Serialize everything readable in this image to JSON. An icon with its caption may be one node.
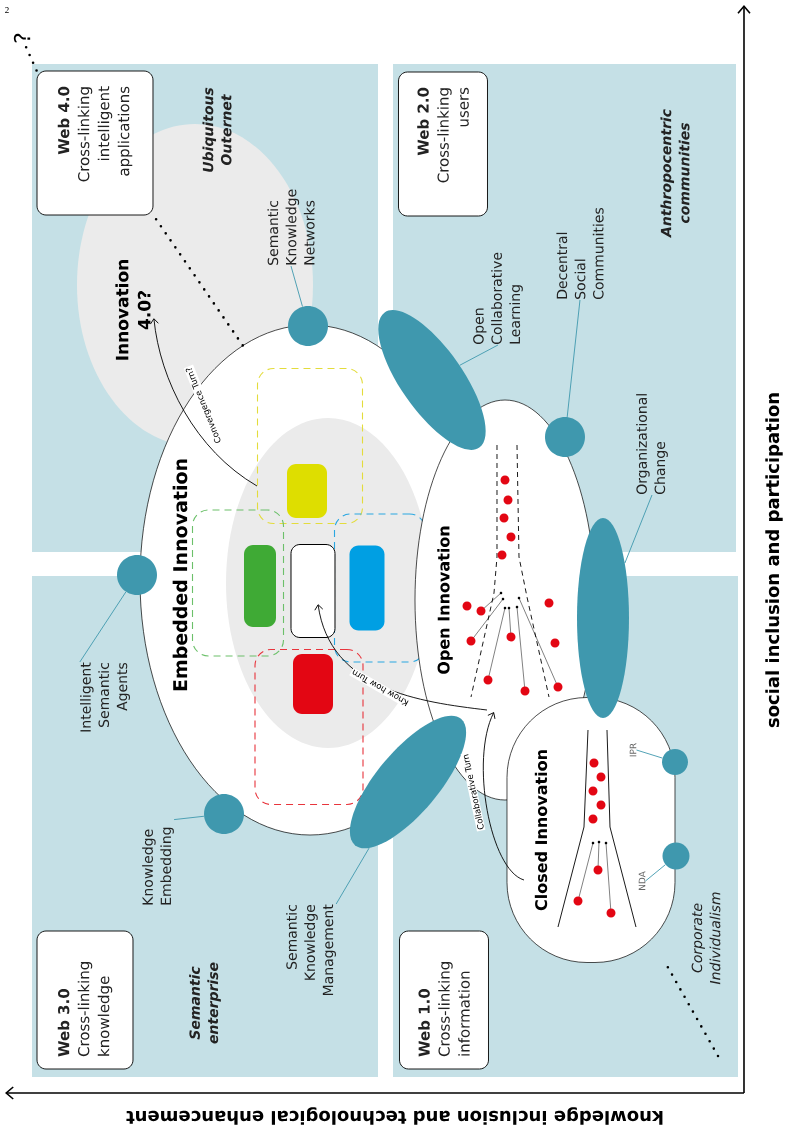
{
  "diagram": {
    "nodes": [
      {
        "text": [
          "Web 4.0",
          "Cross-linking intelligent applications"
        ]
      },
      {
        "text": [
          "Web 2.0",
          "Cross-linking users"
        ]
      },
      {
        "text": [
          "Web 3.0",
          "Cross-linking knowledge"
        ]
      },
      {
        "text": [
          "Web 1.0",
          "Cross-linking information"
        ]
      },
      {
        "text": [
          "Innovation 4.0?"
        ]
      },
      {
        "text": [
          "Embedded Innovation"
        ]
      },
      {
        "text": [],
        "shape": "box",
        "in": 5
      },
      {
        "text": [],
        "shape": "box",
        "in": 5
      },
      {
        "text": [],
        "shape": "box",
        "in": 5
      },
      {
        "text": [],
        "shape": "box",
        "in": 5
      },
      {
        "text": [],
        "shape": "box",
        "in": 6
      },
      {
        "text": [],
        "shape": "box",
        "in": 7
      },
      {
        "text": [],
        "shape": "box",
        "in": 5
      },
      {
        "text": [],
        "shape": "box",
        "in": 8
      },
      {
        "text": [],
        "shape": "box",
        "in": 9
      },
      {
        "text": [
          "Open Innovation"
        ]
      },
      {
        "text": [
          "Closed Innovation"
        ]
      },
      {
        "text": [],
        "shape": "circle"
      },
      {
        "text": [
          "Semantic Knowledge Networks"
        ],
        "in": 4
      },
      {
        "text": [],
        "shape": "ellipse"
      },
      {
        "text": [
          "Open Collaborative Learning"
        ]
      },
      {
        "text": [],
        "shape": "circle"
      },
      {
        "text": [
          "Decentral Social Communities"
        ]
      },
      {
        "text": [],
        "shape": "ellipse"
      },
      {
        "text": [
          "Organizational Change"
        ]
      },
      {
        "text": [],
        "shape": "circle"
      },
      {
        "text": [
          "Intelligent Semantic Agents"
        ]
      },
      {
        "text": [],
        "shape": "circle"
      },
      {
        "text": [
          "Knowledge Embedding"
        ]
      },
      {
        "text": [],
        "shape": "ellipse"
      },
      {
        "text": [
          "Semantic Knowledge Management"
        ]
      },
      {
        "text": [],
        "shape": "circle"
      },
      {
        "text": [
          "IPR"
        ],
        "in": 16
      },
      {
        "text": [],
        "shape": "circle"
      },
      {
        "text": [
          "NDA"
        ],
        "in": 16
      },
      {
        "text": [
          "?"
        ]
      }
    ],
    "edges": [
      {
        "from": 6,
        "to": 4,
        "arrow": "to",
        "label": "Convergence Turn?",
        "color": "#000000"
      },
      {
        "from": 15,
        "to": 12,
        "arrow": "to",
        "label": "Know how Turn",
        "color": "#000000"
      },
      {
        "from": 16,
        "to": 15,
        "arrow": "to",
        "label": "Collaborative Turn",
        "color": "#000000"
      },
      {
        "from": 18,
        "to": 17,
        "arrow": "none",
        "color": "#3f98ae"
      },
      {
        "from": 20,
        "to": 19,
        "arrow": "none",
        "color": "#3f98ae"
      },
      {
        "from": 22,
        "to": 21,
        "arrow": "none",
        "color": "#3f98ae"
      },
      {
        "from": 24,
        "to": 23,
        "arrow": "none",
        "color": "#3f98ae"
      },
      {
        "from": 26,
        "to": 25,
        "arrow": "none",
        "color": "#3f98ae"
      },
      {
        "from": 28,
        "to": 27,
        "arrow": "none",
        "color": "#3f98ae"
      },
      {
        "from": 30,
        "to": 29,
        "arrow": "none",
        "color": "#3f98ae"
      },
      {
        "from": 32,
        "to": 31,
        "arrow": "none",
        "color": "#3f98ae"
      },
      {
        "from": 34,
        "to": 33,
        "arrow": "none",
        "color": "#3f98ae"
      },
      {
        "from": null,
        "to": 16,
        "arrow": "none",
        "style": "dashed",
        "color": "#000000"
      },
      {
        "from": 5,
        "to": 0,
        "arrow": "none",
        "style": "dashed",
        "color": "#000000"
      },
      {
        "from": 0,
        "to": 35,
        "arrow": "none",
        "style": "dashed",
        "color": "#000000"
      }
    ],
    "labels": [
      "2",
      "Ubiquitous Outernet",
      "Anthropocentric communities",
      "Semantic enterprise",
      "Corporate Individualism",
      "social inclusion and participation",
      "knowledge inclusion and technological enhancement"
    ]
  }
}
